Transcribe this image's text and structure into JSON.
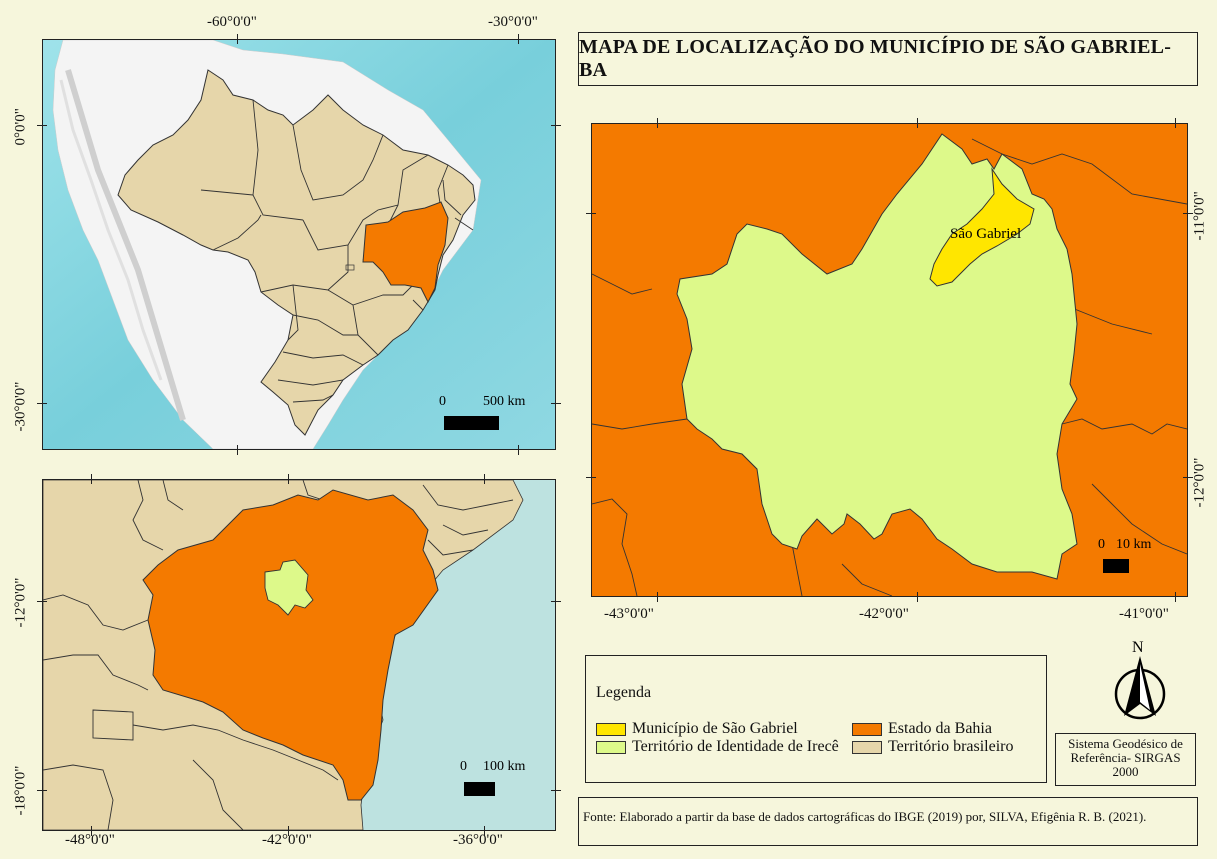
{
  "title": "MAPA DE LOCALIZAÇÃO DO MUNICÍPIO DE SÃO GABRIEL-BA",
  "map_brazil": {
    "top_coords": [
      "-60°0'0\"",
      "-30°0'0\""
    ],
    "left_coords": [
      "0°0'0\"",
      "-30°0'0\""
    ],
    "scale_labels": [
      "0",
      "500 km"
    ]
  },
  "map_bahia": {
    "bottom_coords": [
      "-48°0'0\"",
      "-42°0'0\"",
      "-36°0'0\""
    ],
    "left_coords": [
      "-12°0'0\"",
      "-18°0'0\""
    ],
    "scale_labels": [
      "0",
      "100 km"
    ]
  },
  "map_irece": {
    "bottom_coords": [
      "-43°0'0\"",
      "-42°0'0\"",
      "-41°0'0\""
    ],
    "right_coords": [
      "-11°0'0\"",
      "-12°0'0\""
    ],
    "place_label": "São Gabriel",
    "scale_labels": [
      "0",
      "10 km"
    ]
  },
  "legend": {
    "title": "Legenda",
    "items": [
      {
        "label": "Município de São Gabriel",
        "color": "#ffe600"
      },
      {
        "label": "Estado da Bahia",
        "color": "#f47a00"
      },
      {
        "label": "Território de Identidade de Irecê",
        "color": "#ddf98a"
      },
      {
        "label": "Território brasileiro",
        "color": "#e6d6aa"
      }
    ]
  },
  "north_arrow": {
    "letter": "N"
  },
  "srs": {
    "line1": "Sistema Geodésico de",
    "line2": "Referência- SIRGAS",
    "line3": "2000"
  },
  "source": "Fonte: Elaborado a partir da base de dados cartográficas do IBGE (2019) por, SILVA, Efigênia R. B. (2021).",
  "colors": {
    "ocean": "#7fd0dc",
    "ocean_bahia_map": "#bde2e0",
    "land_brazil": "#e6d6aa",
    "bahia": "#f47a00",
    "irece": "#ddf98a",
    "sao_gabriel": "#ffe600",
    "background": "#f6f6dc"
  }
}
